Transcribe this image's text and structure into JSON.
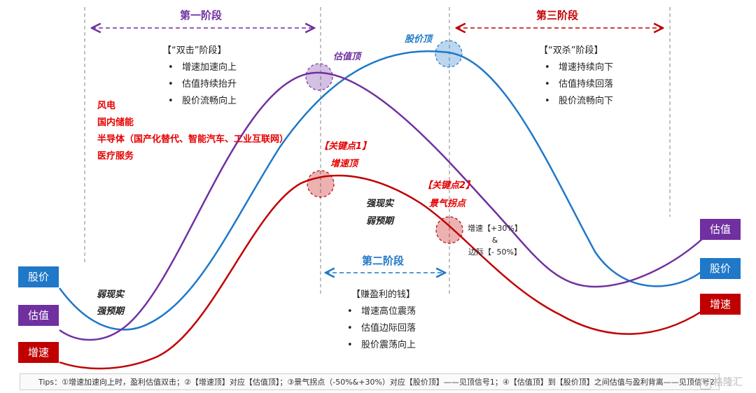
{
  "stage1": {
    "title": "第一阶段",
    "header": "【“双击”阶段】",
    "items": [
      "增速加速向上",
      "估值持续抬升",
      "股价流畅向上"
    ]
  },
  "stage2": {
    "title": "第二阶段",
    "header": "【赚盈利的钱】",
    "items": [
      "增速高位震荡",
      "估值边际回落",
      "股价震荡向上"
    ]
  },
  "stage3": {
    "title": "第三阶段",
    "header": "【“双杀”阶段】",
    "items": [
      "增速持续向下",
      "估值持续回落",
      "股价流畅向下"
    ]
  },
  "sectors": [
    "风电",
    "国内储能",
    "半导体（国产化替代、智能汽车、工业互联网）",
    "医疗服务"
  ],
  "labels": {
    "valuation_top": "估值顶",
    "price_top": "股价顶",
    "keypoint1": "【关键点1】",
    "growth_top": "增速顶",
    "keypoint2": "【关键点2】",
    "turning_point": "景气拐点",
    "strong_reality": "强现实",
    "weak_expectation": "弱预期",
    "weak_reality": "弱现实",
    "strong_expectation": "强预期",
    "growth_pct": "增速【+30%】",
    "amp": "&",
    "margin_pct": "边际【- 50%】"
  },
  "legend_left": {
    "price": "股价",
    "valuation": "估值",
    "growth": "增速"
  },
  "legend_right": {
    "valuation": "估值",
    "price": "股价",
    "growth": "增速"
  },
  "colors": {
    "price": "#1f78c8",
    "valuation": "#7030a0",
    "growth": "#c00000",
    "accent_red": "#e60000"
  },
  "tips": "Tips：①增速加速向上时，盈利估值双击；②【增速顶】对应【估值顶】；③景气拐点（-50%&+30%）对应【股价顶】——见顶信号1；④【估值顶】到【股价顶】之间估值与盈利背离——见顶信号2",
  "watermark": "格隆汇"
}
